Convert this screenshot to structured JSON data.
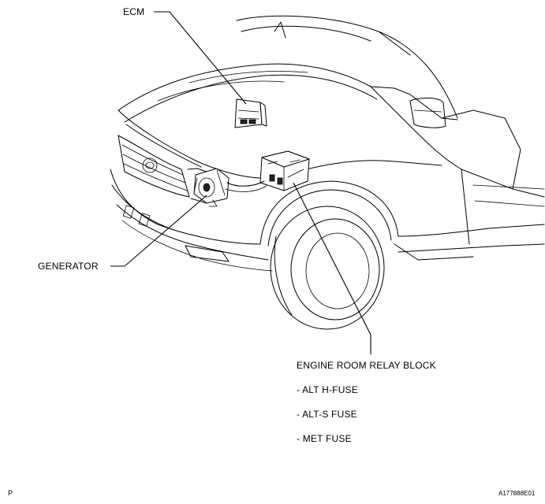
{
  "labels": {
    "ecm": "ECM",
    "generator": "GENERATOR",
    "relay_block": "ENGINE ROOM RELAY BLOCK",
    "fuses": [
      "- ALT H-FUSE",
      "- ALT-S FUSE",
      "- MET FUSE"
    ]
  },
  "corner": {
    "left": "P",
    "right": "A177888E01"
  }
}
